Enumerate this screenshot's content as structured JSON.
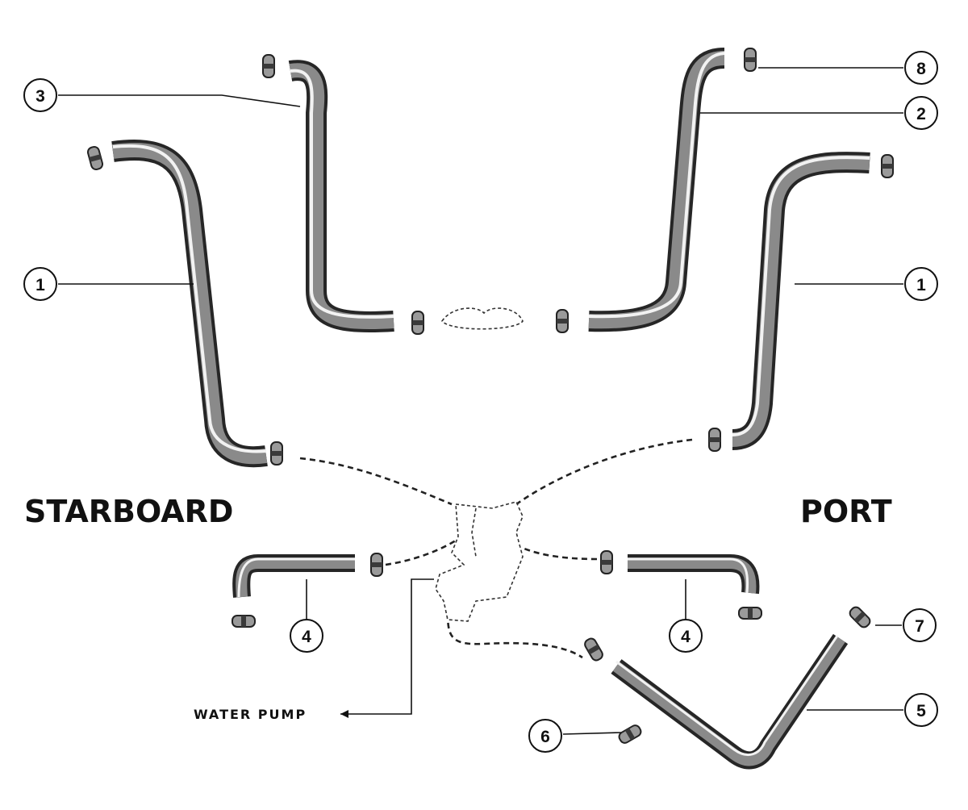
{
  "labels": {
    "starboard": "STARBOARD",
    "port": "PORT",
    "water_pump": "WATER PUMP"
  },
  "callouts": {
    "c3": "3",
    "c8": "8",
    "c2": "2",
    "c1_left": "1",
    "c1_right": "1",
    "c4_left": "4",
    "c4_right": "4",
    "c7": "7",
    "c5": "5",
    "c6": "6"
  }
}
